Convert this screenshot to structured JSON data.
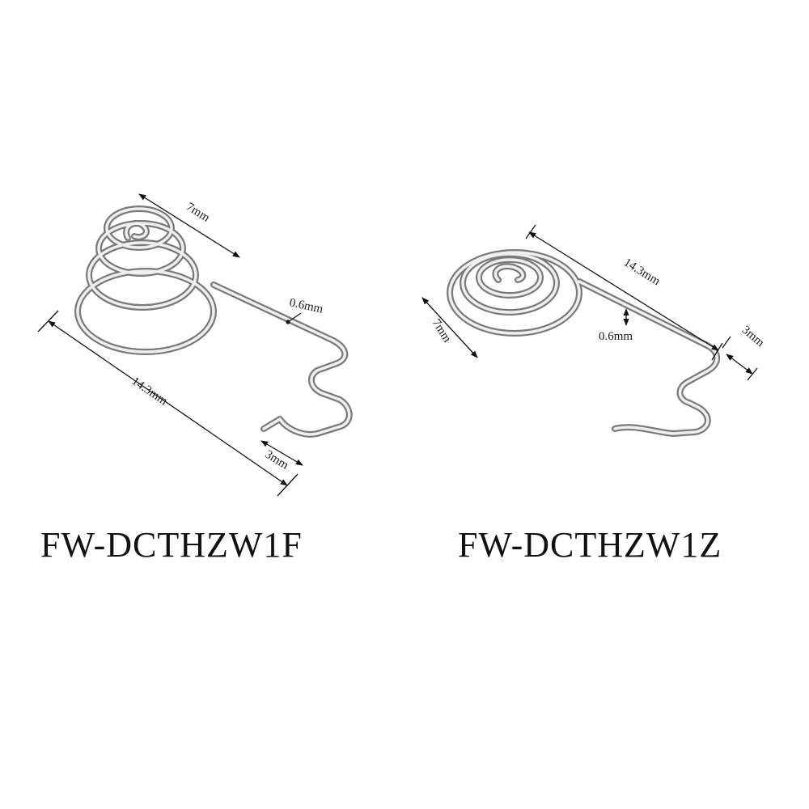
{
  "colors": {
    "background": "#ffffff",
    "wire_dark": "#7a7a7a",
    "wire_light": "#efefef",
    "dimension_line": "#111111"
  },
  "left_part": {
    "model": "FW-DCTHZW1F",
    "dimensions": {
      "cone_diameter": "7mm",
      "wire_thickness": "0.6mm",
      "overall_length": "14.3mm",
      "tail_length": "3mm"
    }
  },
  "right_part": {
    "model": "FW-DCTHZW1Z",
    "dimensions": {
      "coil_diameter": "7mm",
      "wire_thickness": "0.6mm",
      "overall_length": "14.3mm",
      "tail_length": "3mm"
    }
  }
}
